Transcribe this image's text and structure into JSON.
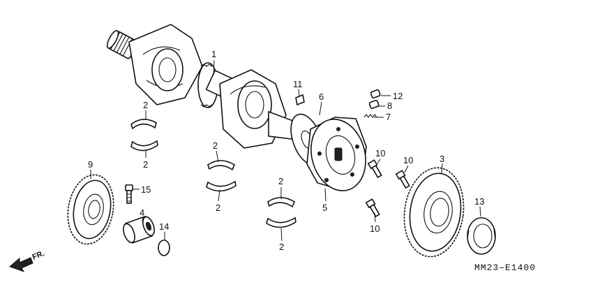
{
  "diagram_code": "MM23–E1400",
  "direction_label": "FR.",
  "callouts": {
    "crankshaft": "1",
    "bearing_a_upper": "2",
    "bearing_a_lower": "2",
    "bearing_b_upper": "2",
    "bearing_b_lower": "2",
    "bearing_c_upper": "2",
    "bearing_c_lower": "2",
    "gear_large": "3",
    "pin": "4",
    "flywheel": "5",
    "shim": "6",
    "spring": "7",
    "plunger": "8",
    "gear_small": "9",
    "bolt_a": "10",
    "bolt_b": "10",
    "bolt_c": "10",
    "key": "11",
    "cap": "12",
    "bearing_ring": "13",
    "circlip": "14",
    "bolt_short": "15"
  }
}
